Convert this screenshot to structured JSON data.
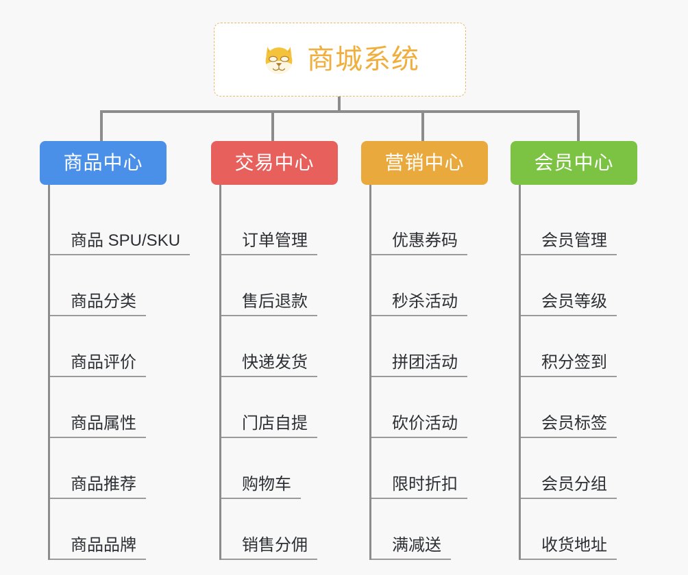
{
  "background_color": "#f8f8f8",
  "root": {
    "title": "商城系统",
    "icon": "shiba-dog-face-icon",
    "text_color": "#f0ae3c",
    "border_color": "#e8b96a",
    "background_color": "#ffffff"
  },
  "connector_color": "#8c8c8c",
  "columns": [
    {
      "id": "product-center",
      "label": "商品中心",
      "color": "#4a90e8",
      "items": [
        "商品 SPU/SKU",
        "商品分类",
        "商品评价",
        "商品属性",
        "商品推荐",
        "商品品牌"
      ]
    },
    {
      "id": "trade-center",
      "label": "交易中心",
      "color": "#e8605c",
      "items": [
        "订单管理",
        "售后退款",
        "快递发货",
        "门店自提",
        "购物车",
        "销售分佣"
      ]
    },
    {
      "id": "marketing-center",
      "label": "营销中心",
      "color": "#eaa93c",
      "items": [
        "优惠券码",
        "秒杀活动",
        "拼团活动",
        "砍价活动",
        "限时折扣",
        "满减送"
      ]
    },
    {
      "id": "member-center",
      "label": "会员中心",
      "color": "#7cc344",
      "items": [
        "会员管理",
        "会员等级",
        "积分签到",
        "会员标签",
        "会员分组",
        "收货地址"
      ]
    }
  ]
}
